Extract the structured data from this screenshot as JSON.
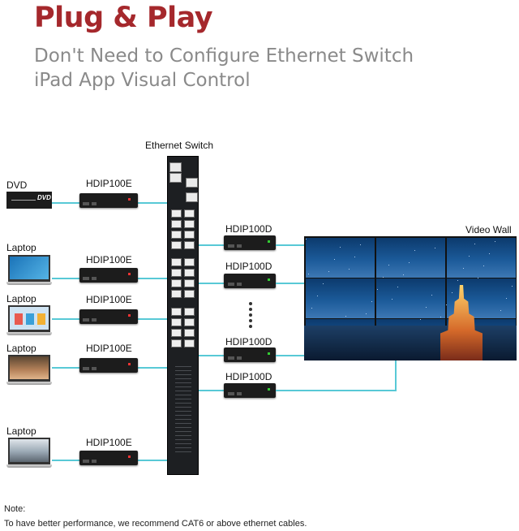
{
  "header": {
    "title": "Plug & Play",
    "subtitle_line1": "Don't Need to Configure Ethernet Switch",
    "subtitle_line2": "iPad App Visual Control"
  },
  "diagram": {
    "switch_label": "Ethernet Switch",
    "video_wall_label": "Video Wall",
    "dvd_text": "DVD",
    "sources": [
      {
        "label": "DVD",
        "encoder": "HDIP100E"
      },
      {
        "label": "Laptop",
        "encoder": "HDIP100E"
      },
      {
        "label": "Laptop",
        "encoder": "HDIP100E"
      },
      {
        "label": "Laptop",
        "encoder": "HDIP100E"
      },
      {
        "label": "Laptop",
        "encoder": "HDIP100E"
      }
    ],
    "decoders": [
      "HDIP100D",
      "HDIP100D",
      "HDIP100D",
      "HDIP100D"
    ],
    "colors": {
      "title": "#a5282c",
      "subtitle": "#8a8a8a",
      "wire": "#58c9d6",
      "device": "#1c1c1c",
      "screen": "#1b5a99"
    }
  },
  "note": {
    "heading": "Note:",
    "text": "To have better performance, we recommend CAT6 or above ethernet cables."
  }
}
